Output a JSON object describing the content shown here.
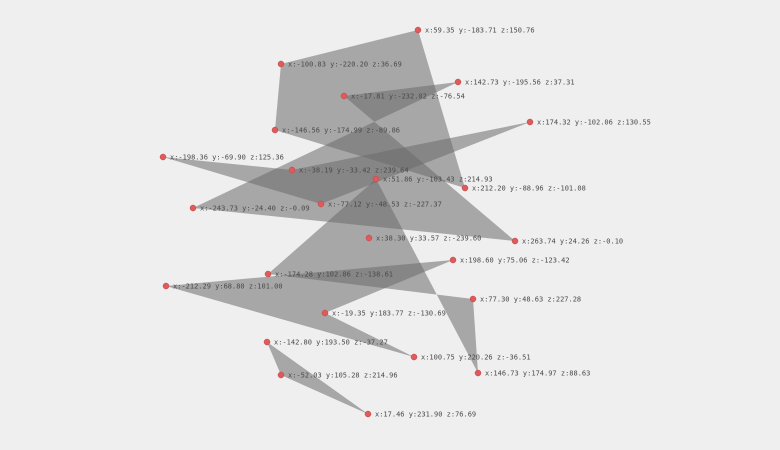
{
  "colors": {
    "background": "#efefef",
    "polygon_fill": "#6b6b6b",
    "vertex": "#e05a5a",
    "label": "#4a4a4a"
  },
  "polygons": [
    {
      "name": "polygon-1",
      "vertex_ids": [
        "v1",
        "v2",
        "v6",
        "v10"
      ]
    },
    {
      "name": "polygon-2",
      "vertex_ids": [
        "v7",
        "v12",
        "v5",
        "v8"
      ]
    },
    {
      "name": "polygon-3",
      "vertex_ids": [
        "v3",
        "v4",
        "v14",
        "v11"
      ]
    },
    {
      "name": "polygon-4",
      "vertex_ids": [
        "v15",
        "v17",
        "v21",
        "v19"
      ]
    },
    {
      "name": "polygon-5",
      "vertex_ids": [
        "v9",
        "v16",
        "v18",
        "v23"
      ]
    },
    {
      "name": "polygon-6",
      "vertex_ids": [
        "v20",
        "v22",
        "v24"
      ]
    }
  ],
  "vertices": [
    {
      "id": "v1",
      "label": "x:59.35 y:-183.71 z:150.76"
    },
    {
      "id": "v2",
      "label": "x:-100.83 y:-220.20 z:36.69"
    },
    {
      "id": "v3",
      "label": "x:142.73 y:-195.56 z:37.31"
    },
    {
      "id": "v4",
      "label": "x:-17.81 y:-232.02 z:-76.54"
    },
    {
      "id": "v5",
      "label": "x:174.32 y:-102.06 z:130.55"
    },
    {
      "id": "v6",
      "label": "x:-146.56 y:-174.99 z:-89.86"
    },
    {
      "id": "v7",
      "label": "x:-198.36 y:-69.90 z:125.36"
    },
    {
      "id": "v8",
      "label": "x:-38.19 y:-33.42 z:239.64"
    },
    {
      "id": "v9",
      "label": "x:51.86 y:-103.43 z:214.93"
    },
    {
      "id": "v10",
      "label": "x:212.20 y:-88.96 z:-101.08"
    },
    {
      "id": "v11",
      "label": "x:-243.73 y:-24.40 z:-0.09"
    },
    {
      "id": "v12",
      "label": "x:-77.12 y:-48.53 z:-227.37"
    },
    {
      "id": "v13",
      "label": "x:38.30 y:33.57 z:-239.60"
    },
    {
      "id": "v14",
      "label": "x:263.74 y:24.26 z:-0.10"
    },
    {
      "id": "v15",
      "label": "x:198.60 y:75.06 z:-123.42"
    },
    {
      "id": "v16",
      "label": "x:-174.28 y:102.06 z:-138.61"
    },
    {
      "id": "v17",
      "label": "x:-212.29 y:68.80 z:101.00"
    },
    {
      "id": "v18",
      "label": "x:77.30 y:48.63 z:227.28"
    },
    {
      "id": "v19",
      "label": "x:-19.35 y:183.77 z:-130.69"
    },
    {
      "id": "v20",
      "label": "x:-142.80 y:193.50 z:-37.27"
    },
    {
      "id": "v21",
      "label": "x:100.75 y:220.26 z:-36.51"
    },
    {
      "id": "v22",
      "label": "x:-52.03 y:105.28 z:214.96"
    },
    {
      "id": "v23",
      "label": "x:146.73 y:174.97 z:88.63"
    },
    {
      "id": "v24",
      "label": "x:17.46 y:231.90 z:76.69"
    }
  ]
}
